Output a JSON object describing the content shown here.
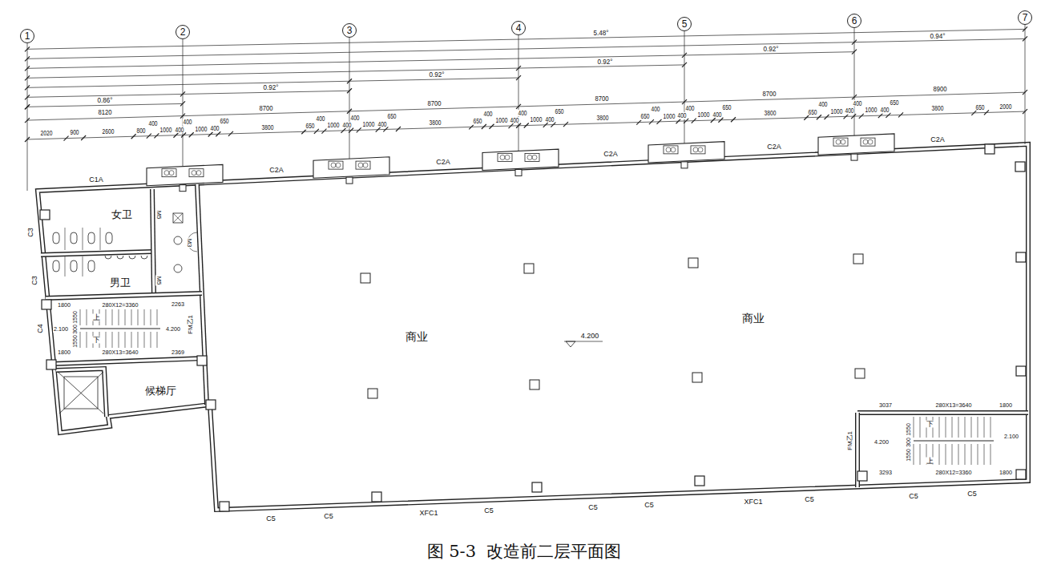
{
  "diagram": {
    "caption": "图 5-3  改造前二层平面图",
    "nodes": [
      {
        "text": [
          "1"
        ]
      },
      {
        "text": [
          "2"
        ]
      },
      {
        "text": [
          "3"
        ]
      },
      {
        "text": [
          "4"
        ]
      },
      {
        "text": [
          "5"
        ]
      },
      {
        "text": [
          "6"
        ]
      },
      {
        "text": [
          "7"
        ]
      }
    ],
    "labels": [
      "0.86°",
      "0.92°",
      "0.92°",
      "0.92°",
      "0.92°",
      "0.94°",
      "5.48°",
      "8120",
      "8700",
      "8700",
      "8700",
      "8700",
      "8900",
      "2020",
      "900",
      "2600",
      "800",
      "400",
      "1000",
      "400",
      "400",
      "1000",
      "400",
      "650",
      "3800",
      "650",
      "400",
      "1000",
      "400",
      "400",
      "1000",
      "400",
      "650",
      "3800",
      "650",
      "400",
      "1000",
      "400",
      "400",
      "1000",
      "400",
      "650",
      "3800",
      "650",
      "400",
      "1000",
      "400",
      "400",
      "1000",
      "400",
      "650",
      "3800",
      "650",
      "400",
      "1000",
      "400",
      "400",
      "1000",
      "400",
      "650",
      "3800",
      "650",
      "2000",
      "C1A",
      "C2A",
      "C2A",
      "C2A",
      "C2A",
      "C2A",
      "C3",
      "C3",
      "C4",
      "M5",
      "M5",
      "M3",
      "FM乙1",
      "FM乙1",
      "C5",
      "C5",
      "XFC1",
      "C5",
      "C5",
      "C5",
      "XFC1",
      "C5",
      "C5",
      "C5",
      "女卫",
      "男卫",
      "候梯厅",
      "商业",
      "商业",
      "4.200",
      "1800",
      "280X12=3360",
      "上",
      "2263",
      "2.100",
      "1550",
      "300",
      "1550",
      "4.200",
      "下",
      "280X13=3640",
      "1800",
      "2369",
      "3037",
      "280X13=3640",
      "1800",
      "下",
      "1550",
      "300",
      "1550",
      "2.100",
      "4.200",
      "上",
      "3293",
      "280X12=3360",
      "1800"
    ]
  }
}
